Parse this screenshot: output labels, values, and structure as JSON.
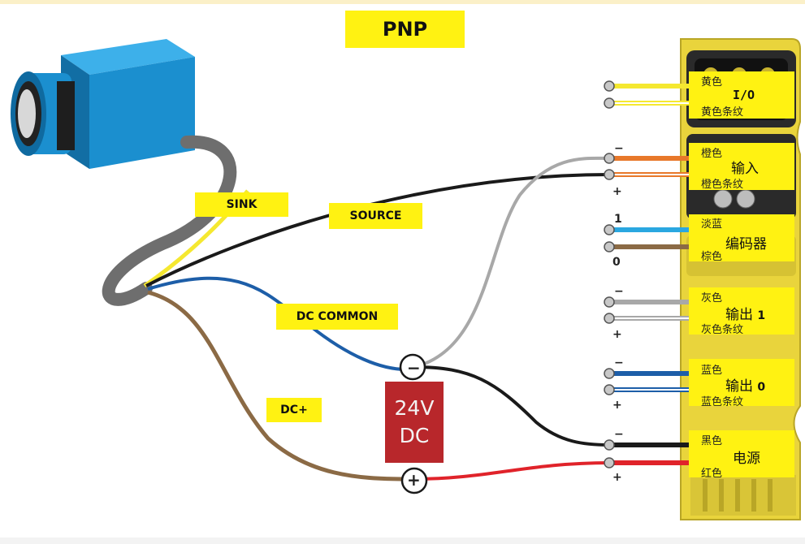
{
  "title": "PNP",
  "sensor_wire_labels": {
    "sink": "SINK",
    "source": "SOURCE",
    "dc_common": "DC COMMON",
    "dc_plus": "DC+"
  },
  "power_supply": {
    "line1": "24V",
    "line2": "DC",
    "minus": "−",
    "plus": "+"
  },
  "groups": {
    "io": {
      "label": "I/O",
      "wire1": "黄色",
      "wire2": "黄色条纹"
    },
    "input": {
      "label": "输入",
      "wire1": "橙色",
      "wire2": "橙色条纹",
      "sign1": "−",
      "sign2": "+"
    },
    "encoder": {
      "label": "编码器",
      "wire1": "淡蓝",
      "wire2": "棕色",
      "sign1": "1",
      "sign2": "0"
    },
    "output1": {
      "label": "输出",
      "num": "1",
      "wire1": "灰色",
      "wire2": "灰色条纹",
      "sign1": "−",
      "sign2": "+"
    },
    "output0": {
      "label": "输出",
      "num": "0",
      "wire1": "蓝色",
      "wire2": "蓝色条纹",
      "sign1": "−",
      "sign2": "+"
    },
    "power": {
      "label": "电源",
      "wire1": "黑色",
      "wire2": "红色",
      "sign1": "−",
      "sign2": "+"
    }
  },
  "colors": {
    "label_yellow": "#fff212",
    "module_yellow": "#e9d43c",
    "psu_red": "#b8272b",
    "sensor_blue": "#1b8fcf",
    "wire_yellow": "#f5e830",
    "wire_orange": "#e8782a",
    "wire_lightblue": "#2aa7e0",
    "wire_brown": "#8b6a45",
    "wire_gray": "#a8a8a8",
    "wire_blue": "#1d5ea8",
    "wire_black": "#1a1a1a",
    "wire_red": "#e0232a",
    "cable_gray": "#707070"
  }
}
